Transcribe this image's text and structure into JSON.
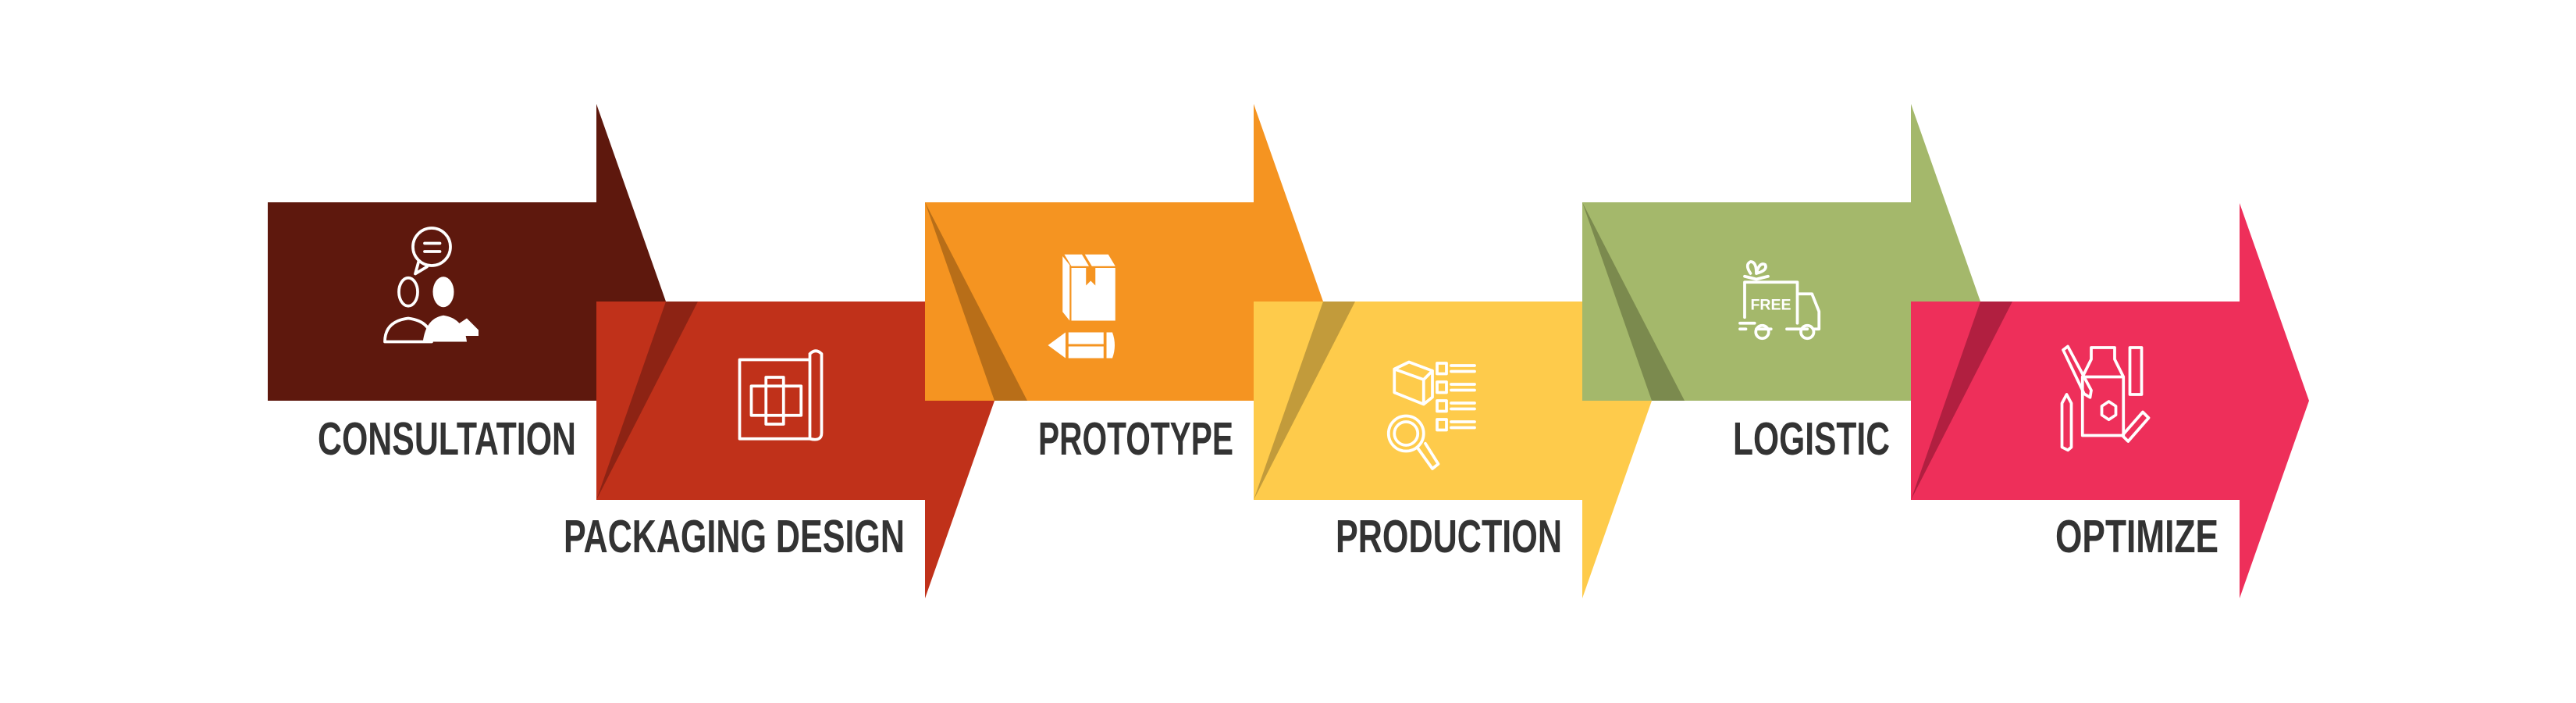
{
  "steps": [
    {
      "label": "CONSULTATION",
      "icon": "consultation-people-icon",
      "color": "#5e180d",
      "shadow": null
    },
    {
      "label": "PACKAGING DESIGN",
      "icon": "blueprint-box-icon",
      "color": "#c0311a",
      "shadow": "#8d2314"
    },
    {
      "label": "PROTOTYPE",
      "icon": "box-pencil-icon",
      "color": "#f59421",
      "shadow": "#b86e18"
    },
    {
      "label": "PRODUCTION",
      "icon": "box-checklist-magnifier-icon",
      "color": "#fecb4b",
      "shadow": "#c29b3b"
    },
    {
      "label": "LOGISTIC",
      "icon": "free-delivery-truck-icon",
      "color": "#a4b86b",
      "shadow": "#7b8a4e"
    },
    {
      "label": "OPTIMIZE",
      "icon": "packaging-tools-icon",
      "color": "#ee2f5a",
      "shadow": "#b11f40"
    }
  ],
  "truck_text": "FREE"
}
